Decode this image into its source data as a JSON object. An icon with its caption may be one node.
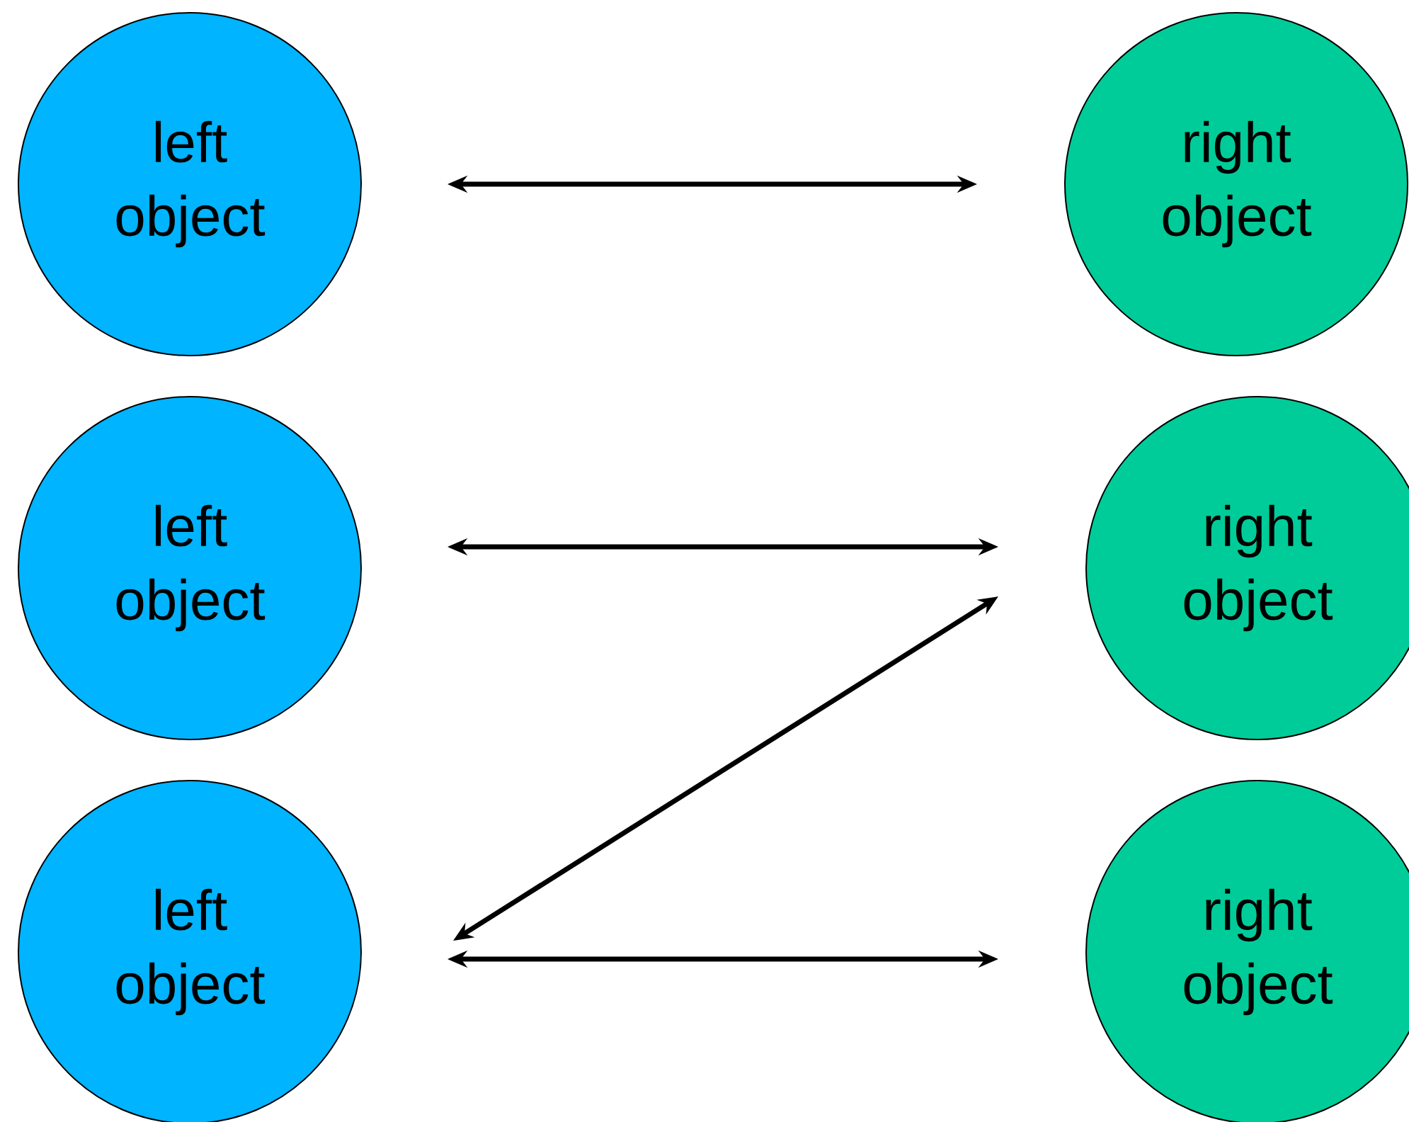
{
  "diagram": {
    "nodes": [
      {
        "text": [
          "left object"
        ]
      },
      {
        "text": [
          "right object"
        ]
      },
      {
        "text": [
          "left object"
        ]
      },
      {
        "text": [
          "right object"
        ]
      },
      {
        "text": [
          "left object"
        ]
      },
      {
        "text": [
          "right object"
        ]
      }
    ],
    "edges": [
      {
        "from": 0,
        "to": 1,
        "arrow": "both"
      },
      {
        "from": 2,
        "to": 3,
        "arrow": "both"
      },
      {
        "from": 4,
        "to": 3,
        "arrow": "both"
      },
      {
        "from": 4,
        "to": 5,
        "arrow": "both"
      }
    ]
  }
}
